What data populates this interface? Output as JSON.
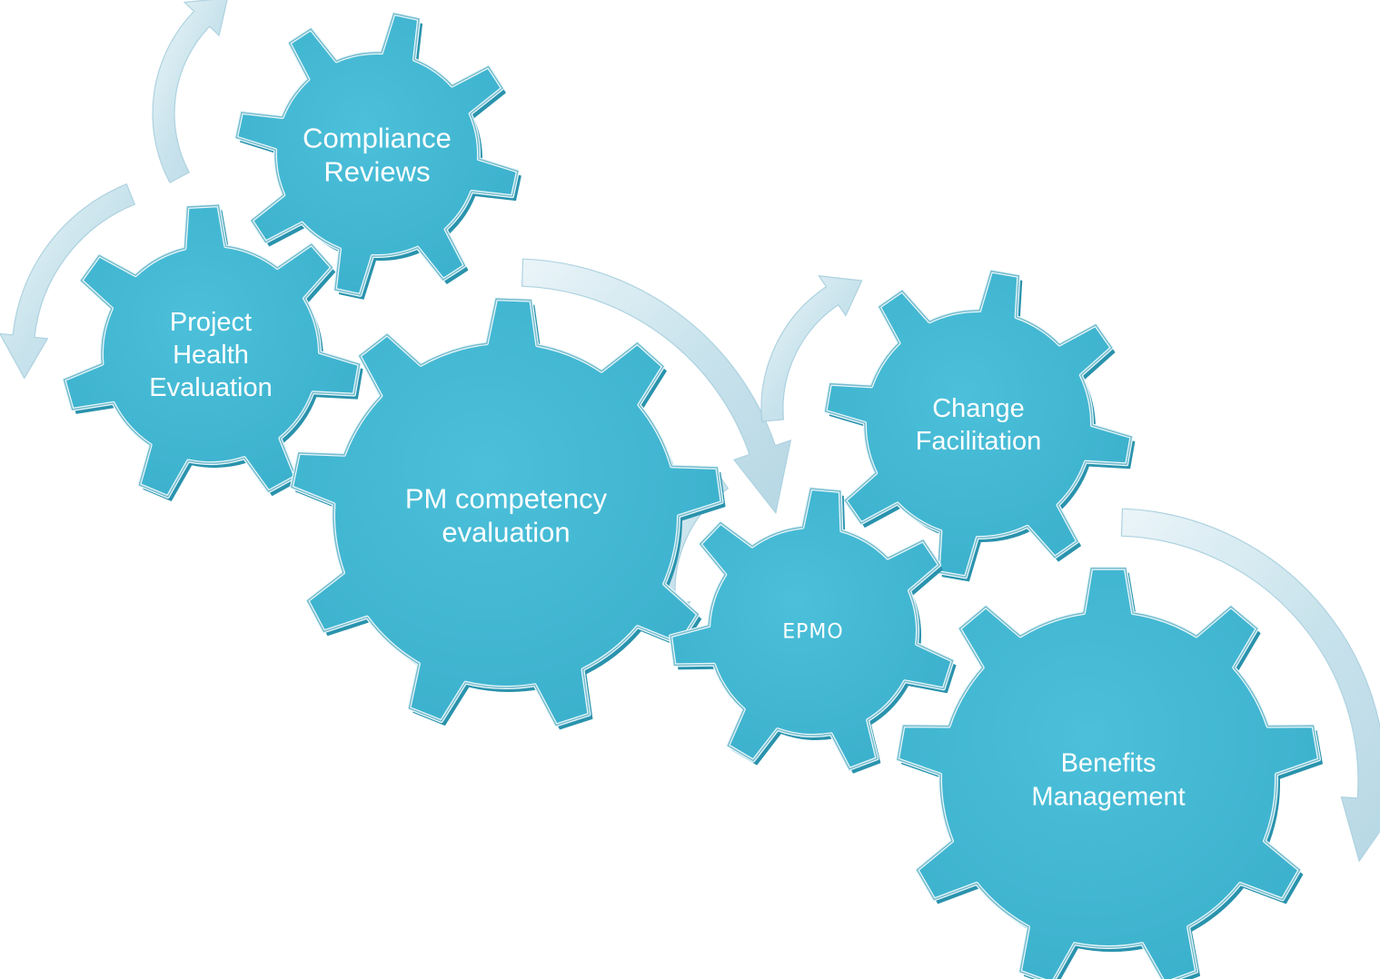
{
  "colors": {
    "gear_fill": "#45b9d4",
    "gear_edge": "#2a93ad",
    "gear_highlight": "#e9f8fc",
    "arrow_fill": "#cfe6ef",
    "arrow_edge": "#a9d0df",
    "label_color": "#ffffff"
  },
  "gears": [
    {
      "id": "compliance",
      "lines": [
        "Compliance",
        "Reviews"
      ]
    },
    {
      "id": "project-health",
      "lines": [
        "Project",
        "Health",
        "Evaluation"
      ]
    },
    {
      "id": "pm-competency",
      "lines": [
        "PM competency",
        "evaluation"
      ]
    },
    {
      "id": "change-facilitation",
      "lines": [
        "Change",
        "Facilitation"
      ]
    },
    {
      "id": "epmo",
      "lines": [
        "EPMO"
      ]
    },
    {
      "id": "benefits",
      "lines": [
        "Benefits",
        "Management"
      ]
    }
  ]
}
